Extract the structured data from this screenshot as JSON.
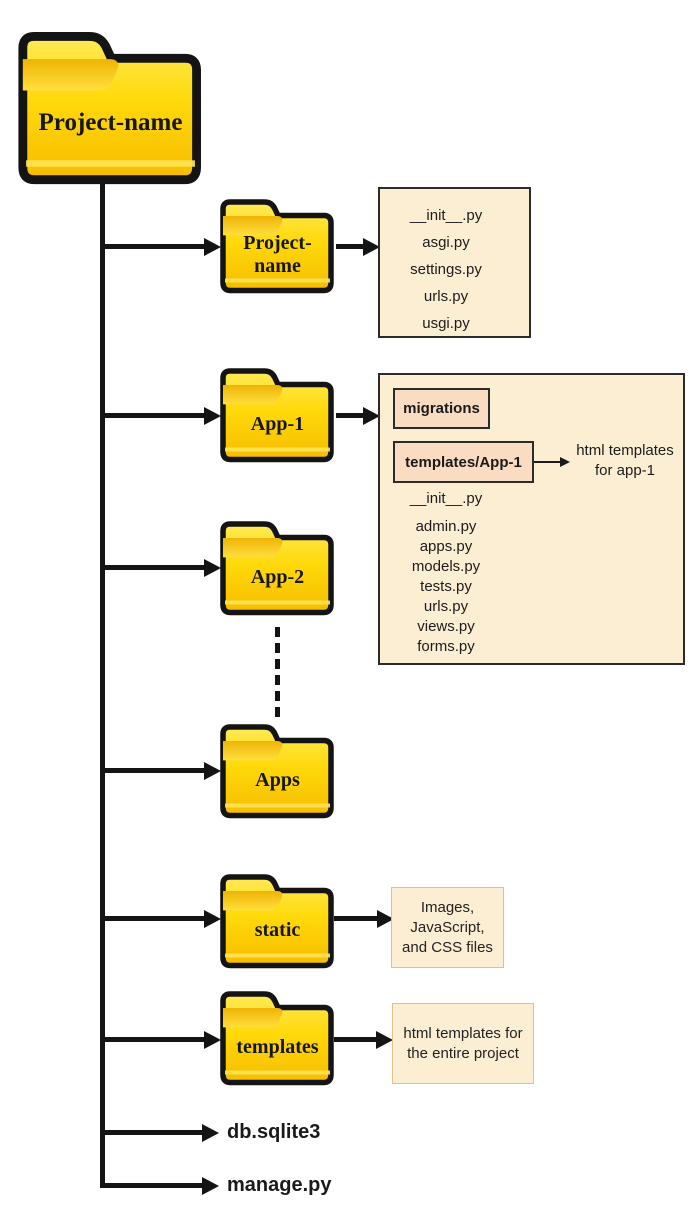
{
  "colors": {
    "folder_yellow_top": "#ffea57",
    "folder_yellow_bottom": "#f6bc00",
    "folder_tab_gold": "#eeb405",
    "box_cream": "#fbeed3",
    "box_peach": "#fadcc2",
    "note_border_tan": "#dfc08a",
    "line_black": "#141414"
  },
  "root_folder": {
    "label": "Project-name"
  },
  "folders": {
    "project": {
      "label": "Project-\nname"
    },
    "app1": {
      "label": "App-1"
    },
    "app2": {
      "label": "App-2"
    },
    "apps": {
      "label": "Apps"
    },
    "static": {
      "label": "static"
    },
    "templates": {
      "label": "templates"
    }
  },
  "project_files_box": {
    "files": [
      "__init__.py",
      "asgi.py",
      "settings.py",
      "urls.py",
      "usgi.py"
    ]
  },
  "app1_box": {
    "migrations_label": "migrations",
    "templates_label": "templates/App-1",
    "templates_note": "html templates\nfor app-1",
    "files": [
      "__init__.py",
      "admin.py",
      "apps.py",
      "models.py",
      "tests.py",
      "urls.py",
      "views.py",
      "forms.py"
    ]
  },
  "static_box": {
    "note": "Images,\nJavaScript,\nand CSS files"
  },
  "templates_box": {
    "note": "html templates for\nthe entire project"
  },
  "root_files": {
    "db": "db.sqlite3",
    "manage": "manage.py"
  }
}
